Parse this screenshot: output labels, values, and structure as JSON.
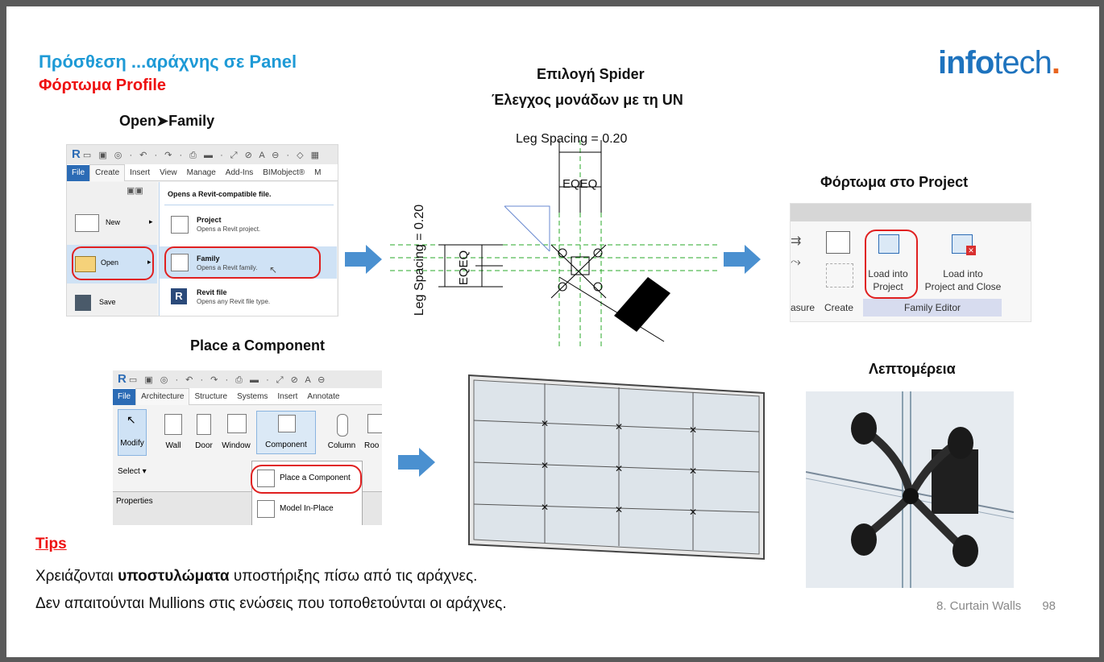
{
  "slide": {
    "title": "Πρόσθεση ...αράχνης σε Panel",
    "subtitle": "Φόρτωμα Profile",
    "logo": {
      "part1": "info",
      "part2": "tech",
      "dot": "."
    }
  },
  "sections": {
    "open_family": "Open➤Family",
    "spider_title": "Επιλογή Spider",
    "spider_subtitle": "Έλεγχος μονάδων με τη UN",
    "load_project": "Φόρτωμα στο Project",
    "place_component": "Place a Component",
    "detail": "Λεπτομέρεια"
  },
  "open_menu": {
    "toolbar_letter": "R",
    "tabs": [
      "File",
      "Create",
      "Insert",
      "View",
      "Manage",
      "Add-Ins",
      "BIMobject®",
      "M"
    ],
    "header": "Opens a Revit-compatible file.",
    "left_items": [
      "New",
      "Open",
      "Save"
    ],
    "items": [
      {
        "title": "Project",
        "desc": "Opens a Revit project."
      },
      {
        "title": "Family",
        "desc": "Opens a Revit family."
      },
      {
        "title": "Revit file",
        "desc": "Opens any Revit file type."
      }
    ]
  },
  "spider_drawing": {
    "leg_spacing_h": "Leg Spacing = 0.20",
    "leg_spacing_v": "Leg Spacing = 0.20",
    "eq_top": "EQEQ",
    "eq_side": "EQEQ"
  },
  "family_editor": {
    "left_label": "asure",
    "create_label": "Create",
    "panel_label": "Family Editor",
    "load_into_project": [
      "Load into",
      "Project"
    ],
    "load_into_project_close": [
      "Load into",
      "Project and Close"
    ]
  },
  "component_ribbon": {
    "toolbar_letter": "R",
    "tabs": [
      "File",
      "Architecture",
      "Structure",
      "Systems",
      "Insert",
      "Annotate"
    ],
    "buttons": [
      "Modify",
      "Wall",
      "Door",
      "Window",
      "Component",
      "Column",
      "Roo"
    ],
    "select_label": "Select ▾",
    "properties_label": "Properties",
    "dropdown": [
      "Place a Component",
      "Model In-Place"
    ]
  },
  "tips": {
    "heading": "Tips",
    "line1_pre": "Χρειάζονται ",
    "line1_bold": "υποστυλώματα",
    "line1_post": " υποστήριξης πίσω από τις αράχνες.",
    "line2": "Δεν απαιτούνται Mullions στις ενώσεις που τοποθετούνται οι αράχνες."
  },
  "footer": {
    "section": "8. Curtain Walls",
    "page": "98"
  },
  "colors": {
    "title": "#1e9ad6",
    "subtitle": "#ee1111",
    "arrow": "#4a90d0",
    "logo": "#1e73be",
    "logo_dot": "#e8651f"
  }
}
